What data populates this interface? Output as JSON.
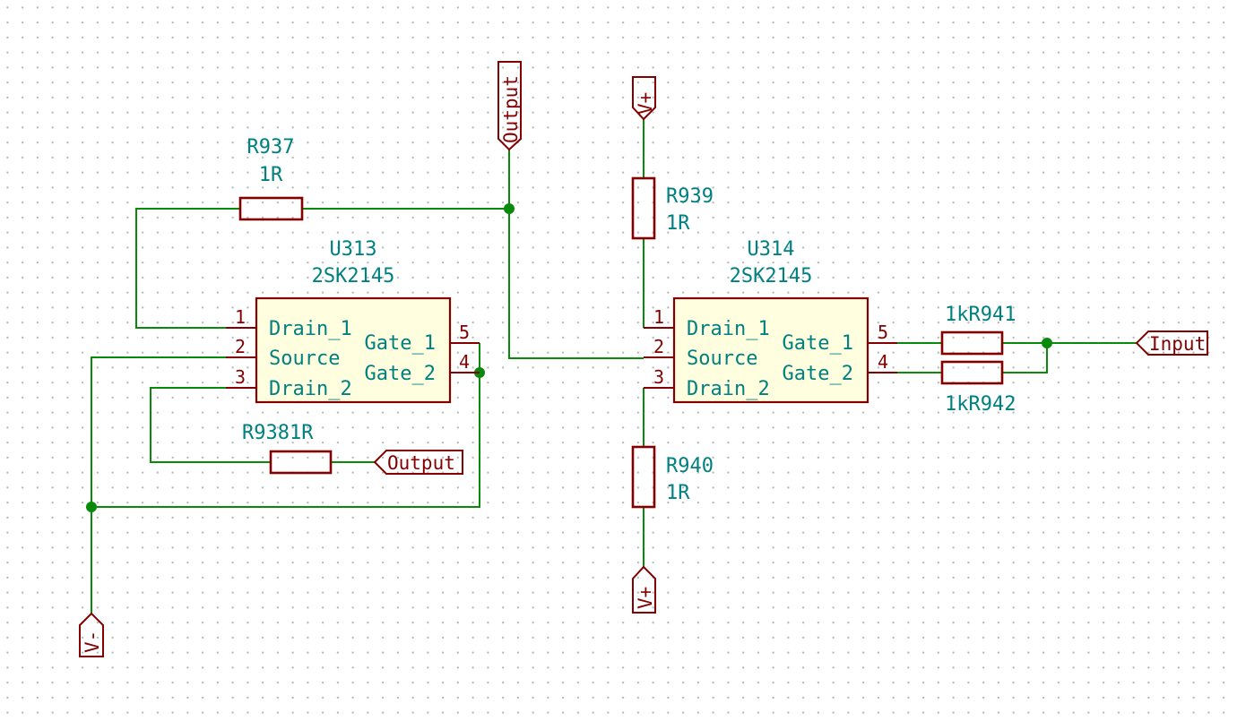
{
  "components": {
    "u313": {
      "ref": "U313",
      "value": "2SK2145",
      "pins": {
        "drain_1": "Drain_1",
        "source": "Source",
        "drain_2": "Drain_2",
        "gate_1": "Gate_1",
        "gate_2": "Gate_2"
      },
      "pin_numbers": {
        "p1": "1",
        "p2": "2",
        "p3": "3",
        "p4": "4",
        "p5": "5"
      }
    },
    "u314": {
      "ref": "U314",
      "value": "2SK2145",
      "pins": {
        "drain_1": "Drain_1",
        "source": "Source",
        "drain_2": "Drain_2",
        "gate_1": "Gate_1",
        "gate_2": "Gate_2"
      },
      "pin_numbers": {
        "p1": "1",
        "p2": "2",
        "p3": "3",
        "p4": "4",
        "p5": "5"
      }
    },
    "r937": {
      "ref": "R937",
      "value": "1R"
    },
    "r938": {
      "ref": "R938",
      "value": "1R"
    },
    "r939": {
      "ref": "R939",
      "value": "1R"
    },
    "r940": {
      "ref": "R940",
      "value": "1R"
    },
    "r941": {
      "ref": "R941",
      "value": "1k"
    },
    "r942": {
      "ref": "R942",
      "value": "1k"
    }
  },
  "net_labels": {
    "output_top": "Output",
    "output_mid": "Output",
    "input": "Input",
    "vplus_top": "V+",
    "vplus_bottom": "V+",
    "vminus": "V-"
  },
  "colors": {
    "wire": "#0a8a0a",
    "symbol": "#840000",
    "symbol_fill": "#ffffe0",
    "text": "#008080"
  }
}
